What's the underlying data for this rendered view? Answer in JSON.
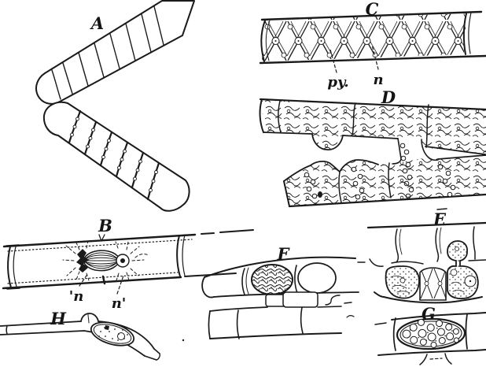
{
  "colors": {
    "background": "#ffffff",
    "ink": "#1a1a1a"
  },
  "panel_labels": {
    "a": "A",
    "b": "B",
    "c": "C",
    "d": "D",
    "e": "E",
    "f": "F",
    "g": "G",
    "h": "H"
  },
  "annotations": {
    "pyrenoid": "py.",
    "nucleus": "n",
    "nucleus_prime_left": "'n",
    "nucleus_prime_right": "n'"
  }
}
